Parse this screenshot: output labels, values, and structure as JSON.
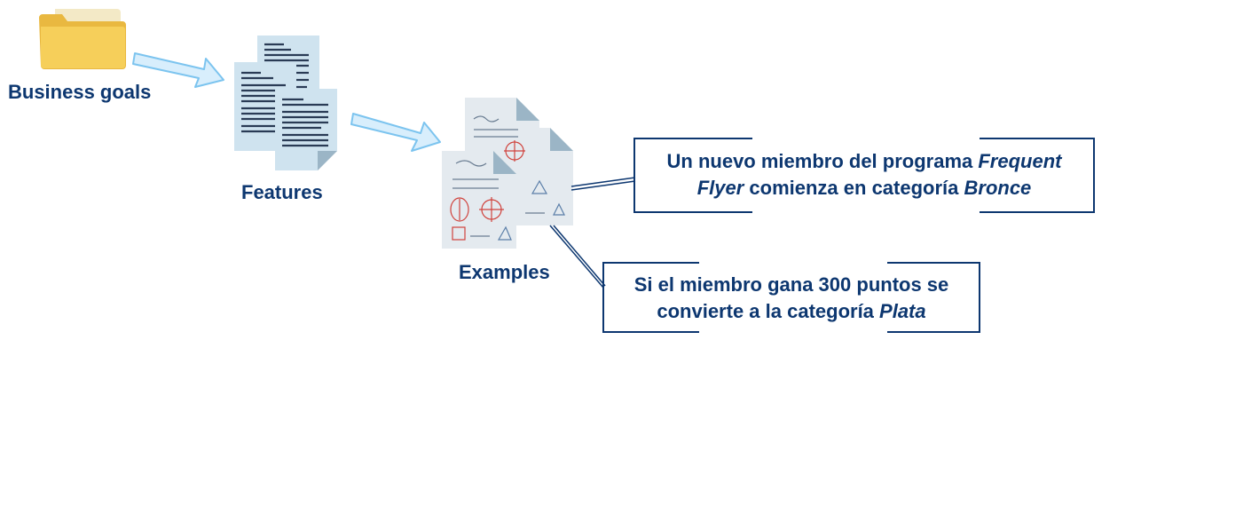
{
  "labels": {
    "business_goals": "Business goals",
    "features": "Features",
    "examples": "Examples"
  },
  "callouts": [
    {
      "line1": [
        "Un nuevo miembro del programa ",
        "Frequent"
      ],
      "line2": [
        "Flyer",
        " comienza en categoría ",
        "Bronce"
      ]
    },
    {
      "line1": [
        "Si el miembro gana 300 puntos se"
      ],
      "line2": [
        "convierte a la categoría ",
        "Plata"
      ]
    }
  ],
  "colors": {
    "text": "#0d3770",
    "folder": "#f5c94e",
    "arrow_fill": "#d8eefc",
    "arrow_stroke": "#7cc4ef",
    "doc": "#cfe3ef",
    "doc_dark": "#2a3b55"
  },
  "icons": [
    "folder-icon",
    "arrow-right-icon",
    "documents-icon",
    "math-sheets-icon"
  ]
}
